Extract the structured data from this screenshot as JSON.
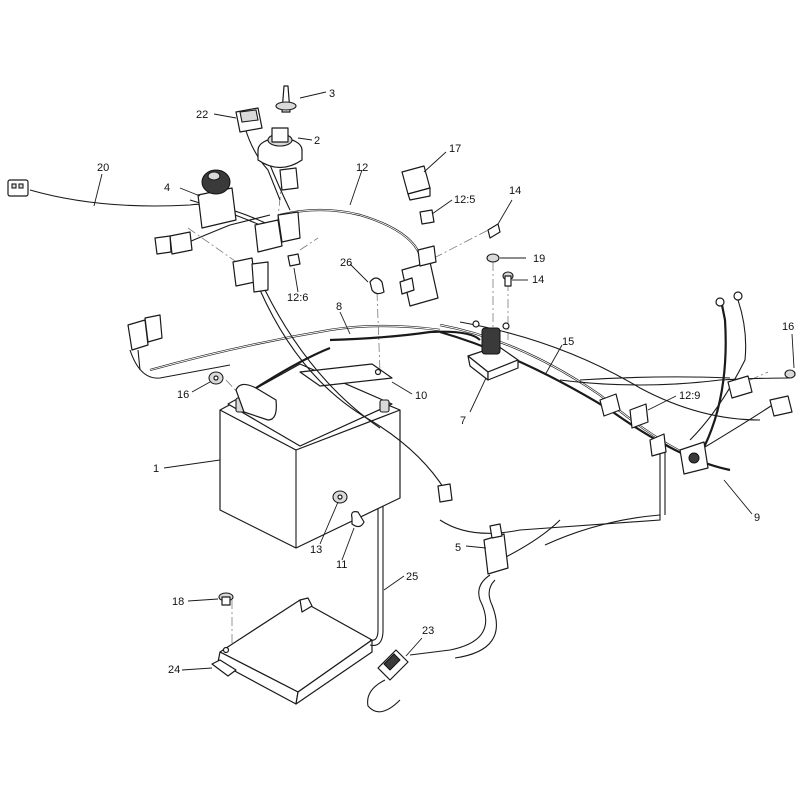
{
  "callouts": [
    {
      "id": "c1",
      "label": "1"
    },
    {
      "id": "c2",
      "label": "2"
    },
    {
      "id": "c3",
      "label": "3"
    },
    {
      "id": "c4",
      "label": "4"
    },
    {
      "id": "c5",
      "label": "5"
    },
    {
      "id": "c7",
      "label": "7"
    },
    {
      "id": "c8",
      "label": "8"
    },
    {
      "id": "c9",
      "label": "9"
    },
    {
      "id": "c10",
      "label": "10"
    },
    {
      "id": "c11",
      "label": "11"
    },
    {
      "id": "c12",
      "label": "12"
    },
    {
      "id": "c12-5",
      "label": "12:5"
    },
    {
      "id": "c12-6",
      "label": "12:6"
    },
    {
      "id": "c12-9",
      "label": "12:9"
    },
    {
      "id": "c13",
      "label": "13"
    },
    {
      "id": "c14a",
      "label": "14"
    },
    {
      "id": "c14b",
      "label": "14"
    },
    {
      "id": "c15",
      "label": "15"
    },
    {
      "id": "c16a",
      "label": "16"
    },
    {
      "id": "c16b",
      "label": "16"
    },
    {
      "id": "c17",
      "label": "17"
    },
    {
      "id": "c18",
      "label": "18"
    },
    {
      "id": "c19",
      "label": "19"
    },
    {
      "id": "c20",
      "label": "20"
    },
    {
      "id": "c22",
      "label": "22"
    },
    {
      "id": "c23",
      "label": "23"
    },
    {
      "id": "c24",
      "label": "24"
    },
    {
      "id": "c25",
      "label": "25"
    },
    {
      "id": "c26",
      "label": "26"
    }
  ]
}
